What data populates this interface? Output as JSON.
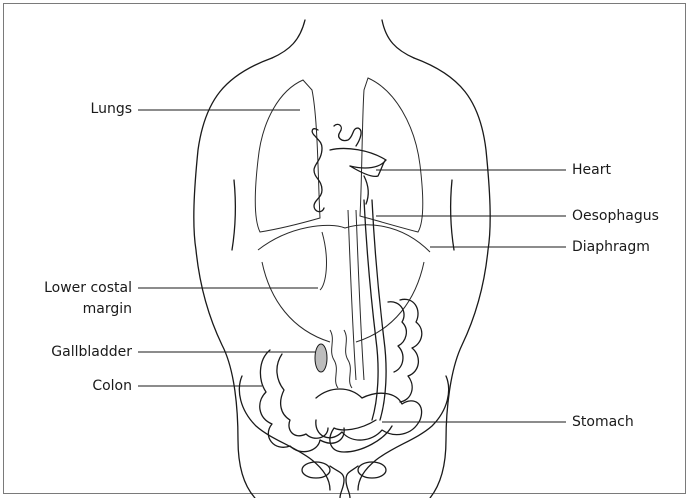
{
  "labels": {
    "lungs": "Lungs",
    "lower_costal_margin_line1": "Lower costal",
    "lower_costal_margin_line2": "margin",
    "gallbladder": "Gallbladder",
    "colon": "Colon",
    "heart": "Heart",
    "oesophagus": "Oesophagus",
    "diaphragm": "Diaphragm",
    "stomach": "Stomach"
  },
  "colors": {
    "outline": "#1a1a1a",
    "gallbladder_fill": "#bdbdbd",
    "border": "#7a7a7a"
  }
}
